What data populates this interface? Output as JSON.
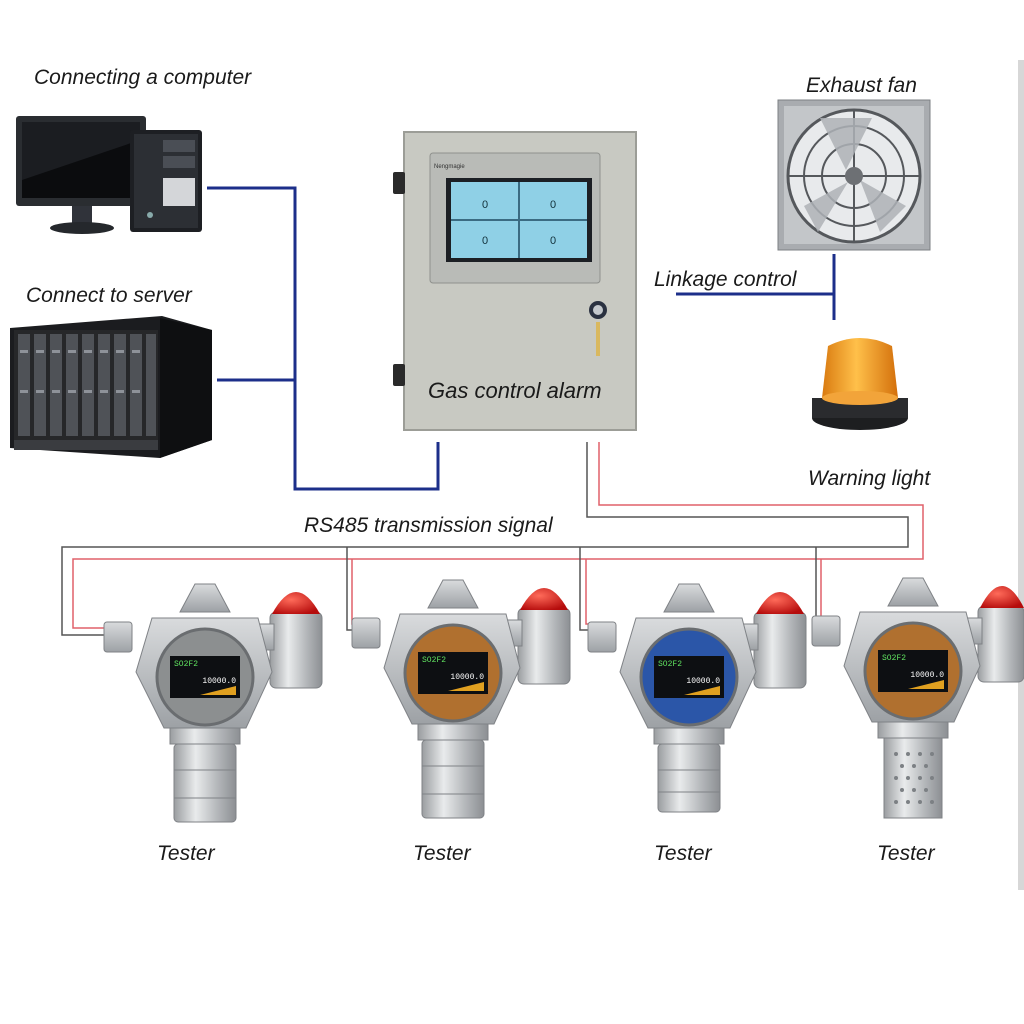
{
  "labels": {
    "computer": "Connecting a computer",
    "server": "Connect to server",
    "controller": "Gas control alarm",
    "fan": "Exhaust fan",
    "linkage": "Linkage control",
    "light": "Warning light",
    "rs485": "RS485 transmission signal"
  },
  "controller_screen": {
    "brand": "Nengmagie",
    "readings": [
      "0",
      "0",
      "0",
      "0"
    ]
  },
  "testers": [
    {
      "label": "Tester",
      "screen": {
        "gas": "SO2F2",
        "value": "10000.0"
      },
      "face_color": "#8c8f90"
    },
    {
      "label": "Tester",
      "screen": {
        "gas": "SO2F2",
        "value": "10000.0"
      },
      "face_color": "#b0702f"
    },
    {
      "label": "Tester",
      "screen": {
        "gas": "SO2F2",
        "value": "10000.0"
      },
      "face_color": "#2b56a8"
    },
    {
      "label": "Tester",
      "screen": {
        "gas": "SO2F2",
        "value": "10000.0"
      },
      "face_color": "#b0702f"
    }
  ],
  "colors": {
    "wire_blue": "#1c2f8a",
    "wire_red": "#e0606a",
    "wire_gray": "#555555",
    "cabinet": "#c9cac4",
    "beacon": "#f39a1d",
    "alarm_lamp": "#d81818"
  }
}
